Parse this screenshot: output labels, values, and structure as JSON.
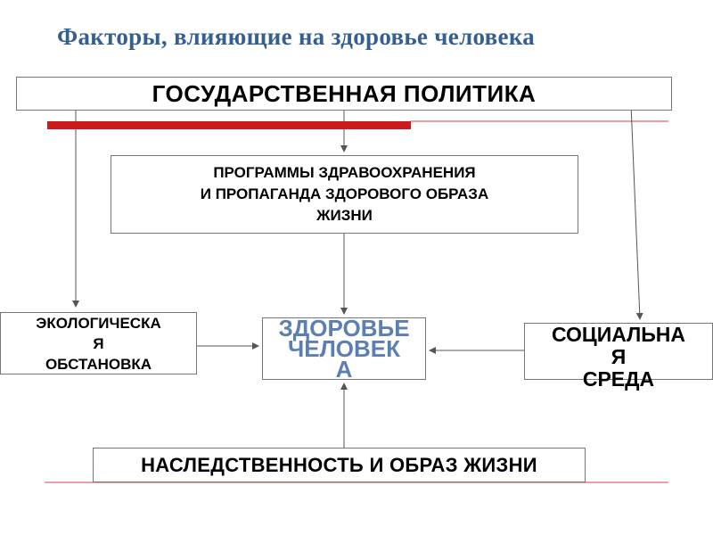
{
  "title": "Факторы, влияющие на здоровье человека",
  "boxes": {
    "gov": "ГОСУДАРСТВЕННАЯ ПОЛИТИКА",
    "prog": [
      "ПРОГРАММЫ ЗДРАВООХРАНЕНИЯ",
      "И ПРОПАГАНДА ЗДОРОВОГО ОБРАЗА",
      "ЖИЗНИ"
    ],
    "eco": [
      "ЭКОЛОГИЧЕСКА",
      "Я",
      "ОБСТАНОВКА"
    ],
    "health": [
      "ЗДОРОВЬЕ",
      "ЧЕЛОВЕК",
      "А"
    ],
    "social": [
      "СОЦИАЛЬНА",
      "Я",
      "СРЕДА"
    ],
    "hered": "НАСЛЕДСТВЕННОСТЬ И ОБРАЗ ЖИЗНИ"
  },
  "colors": {
    "title": "#365f91",
    "health": "#5b7fb3",
    "accent_bar": "#cc1a1a",
    "thin_lines": "#d04040",
    "arrows": "#555555"
  }
}
